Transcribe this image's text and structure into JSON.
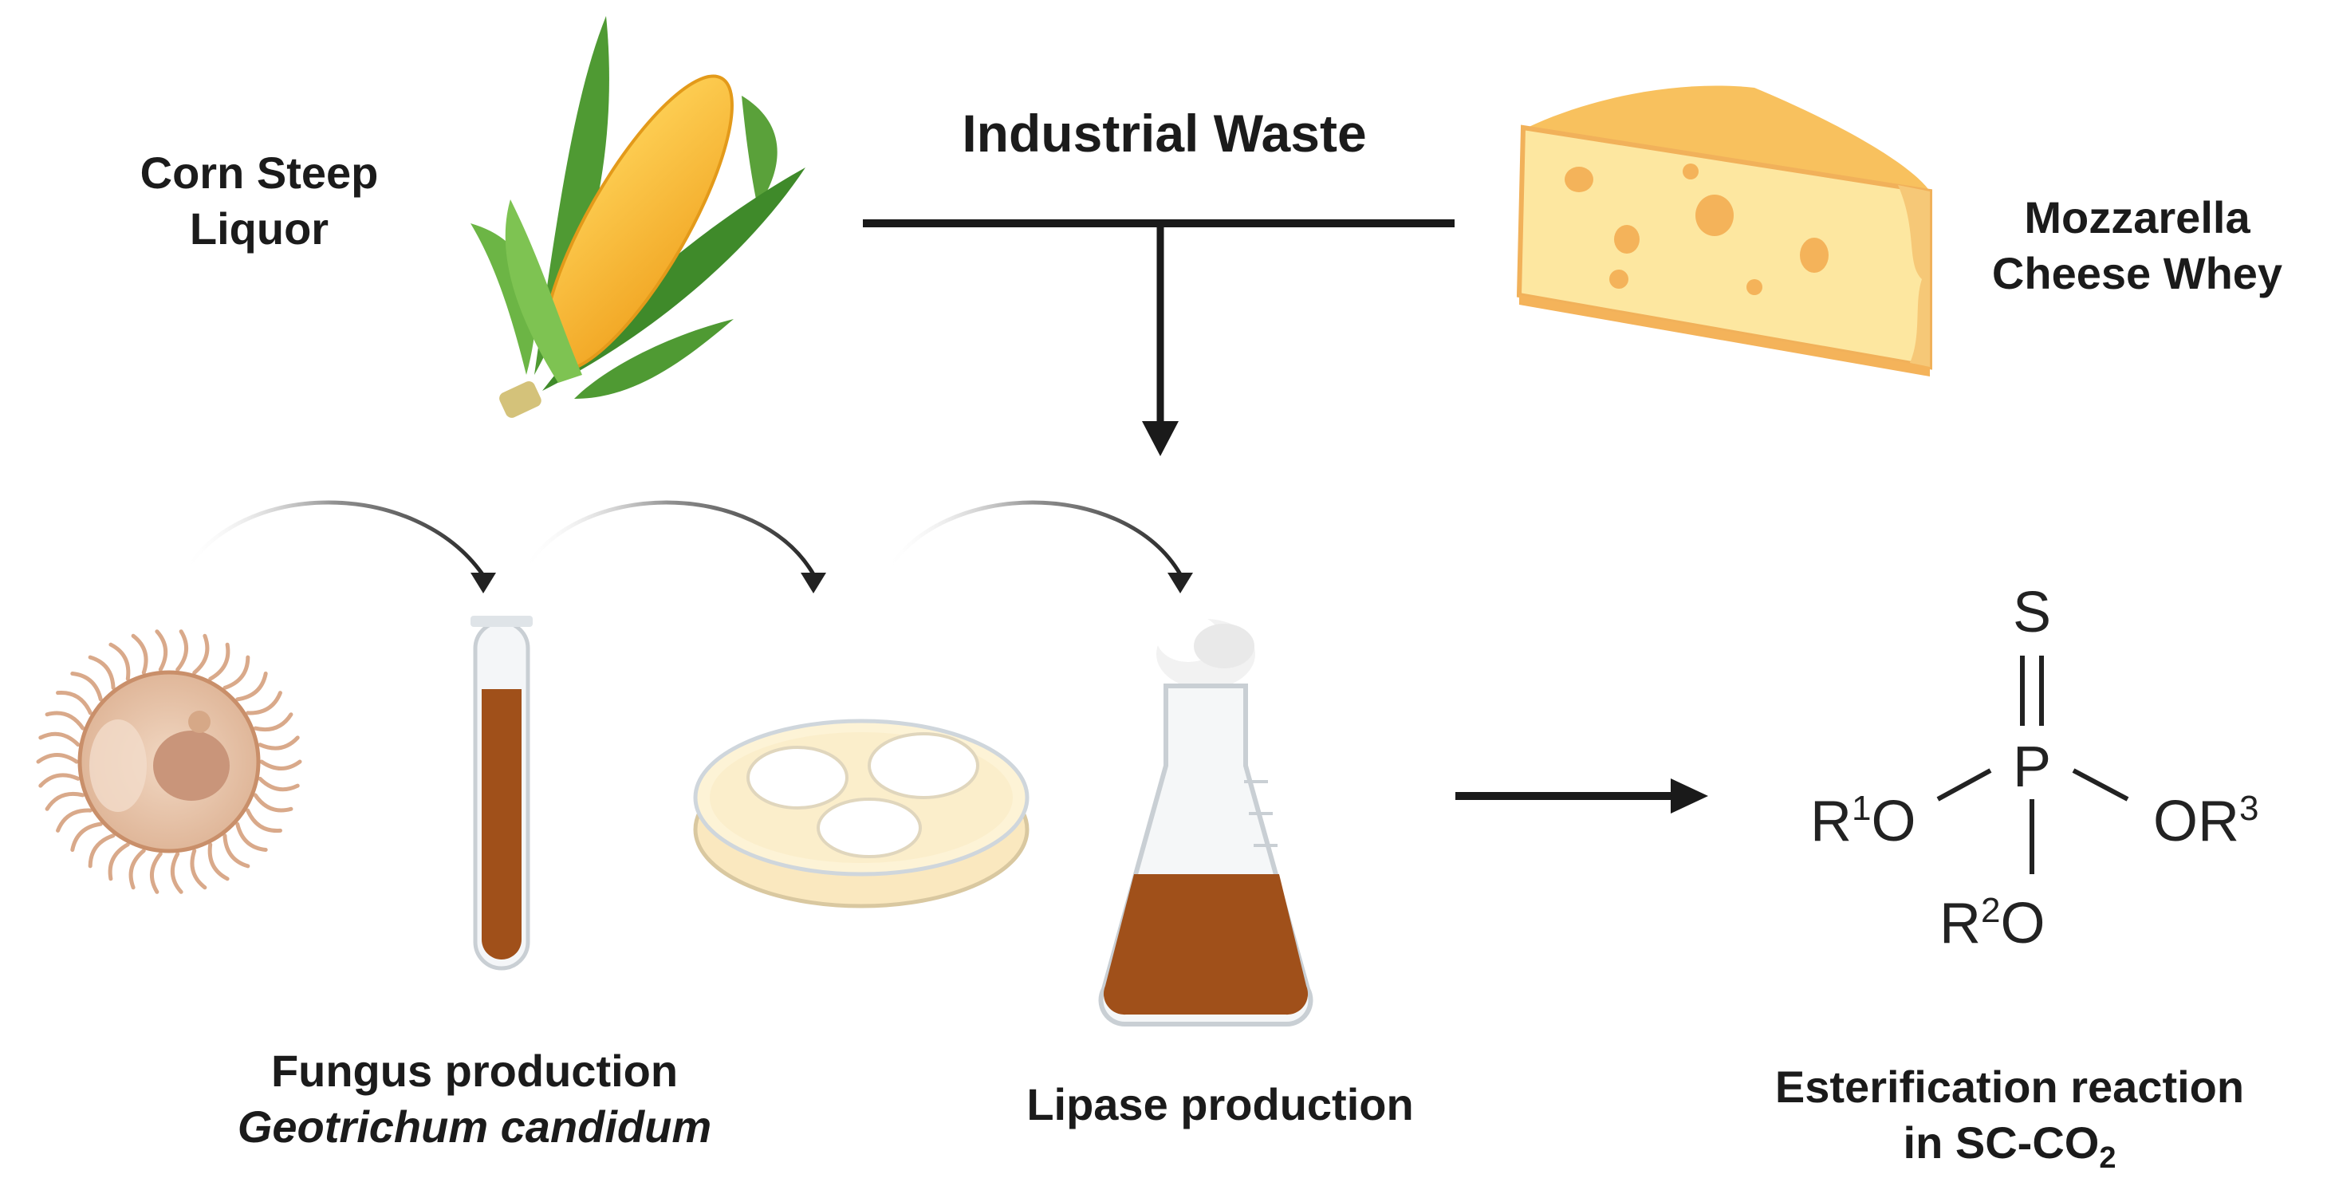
{
  "sources": {
    "left_line1": "Corn Steep",
    "left_line2": "Liquor",
    "center_title": "Industrial Waste",
    "right_line1": "Mozzarella",
    "right_line2": "Cheese Whey"
  },
  "steps": {
    "fungus_line1": "Fungus production",
    "fungus_line2": "Geotrichum candidum",
    "lipase": "Lipase production",
    "esterification_line1": "Esterification reaction",
    "esterification_line2_prefix": "in SC-CO",
    "esterification_line2_sub": "2"
  },
  "molecule": {
    "sulfur": "S",
    "phosphorus": "P",
    "left_r": "R",
    "left_sup": "1",
    "left_o": "O",
    "right_o": "OR",
    "right_sup": "3",
    "bottom_r": "R",
    "bottom_sup": "2",
    "bottom_o": "O"
  },
  "colors": {
    "brown_liquid": "#a0501a",
    "corn_yellow": "#f6b533",
    "leaf_green": "#5aa13a",
    "cheese_light": "#fde7a0",
    "cheese_orange": "#f4b35a",
    "cell_fill": "#e9c8ad"
  }
}
